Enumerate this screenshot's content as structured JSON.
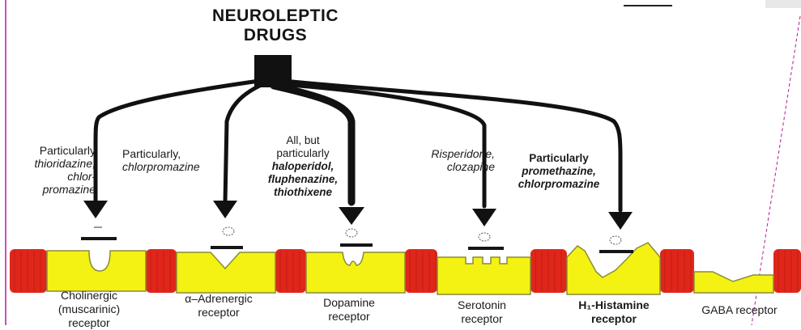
{
  "title": [
    "NEUROLEPTIC",
    "DRUGS"
  ],
  "drug_labels": [
    {
      "id": "cholinergic",
      "lines": [
        "Particularly",
        "thioridazine,",
        "chlor-",
        "promazine"
      ],
      "bold": false
    },
    {
      "id": "adrenergic",
      "lines": [
        "Particularly,",
        "chlorpromazine"
      ],
      "bold": false
    },
    {
      "id": "dopamine",
      "lines": [
        "All, but",
        "particularly",
        "haloperidol,",
        "fluphenazine,",
        "thiothixene"
      ],
      "bold": true
    },
    {
      "id": "serotonin",
      "lines": [
        "Risperidone,",
        "clozapine"
      ],
      "bold": false
    },
    {
      "id": "histamine",
      "lines": [
        "Particularly",
        "promethazine,",
        "chlorpromazine"
      ],
      "bold": true
    }
  ],
  "receptors": [
    {
      "id": "cholinergic",
      "lines": [
        "Cholinergic",
        "(muscarinic)",
        "receptor"
      ]
    },
    {
      "id": "adrenergic",
      "lines": [
        "α–Adrenergic",
        "receptor"
      ]
    },
    {
      "id": "dopamine",
      "lines": [
        "Dopamine",
        "receptor"
      ]
    },
    {
      "id": "serotonin",
      "lines": [
        "Serotonin",
        "receptor"
      ]
    },
    {
      "id": "histamine",
      "lines": [
        "H₁-Histamine",
        "receptor"
      ]
    },
    {
      "id": "gaba",
      "lines": [
        "GABA receptor"
      ]
    }
  ],
  "colors": {
    "membrane": "#e0261a",
    "receptor": "#f4f212",
    "receptor_outline": "#8a8a3a",
    "arrow": "#111111",
    "edge_line": "#b21e9a"
  }
}
